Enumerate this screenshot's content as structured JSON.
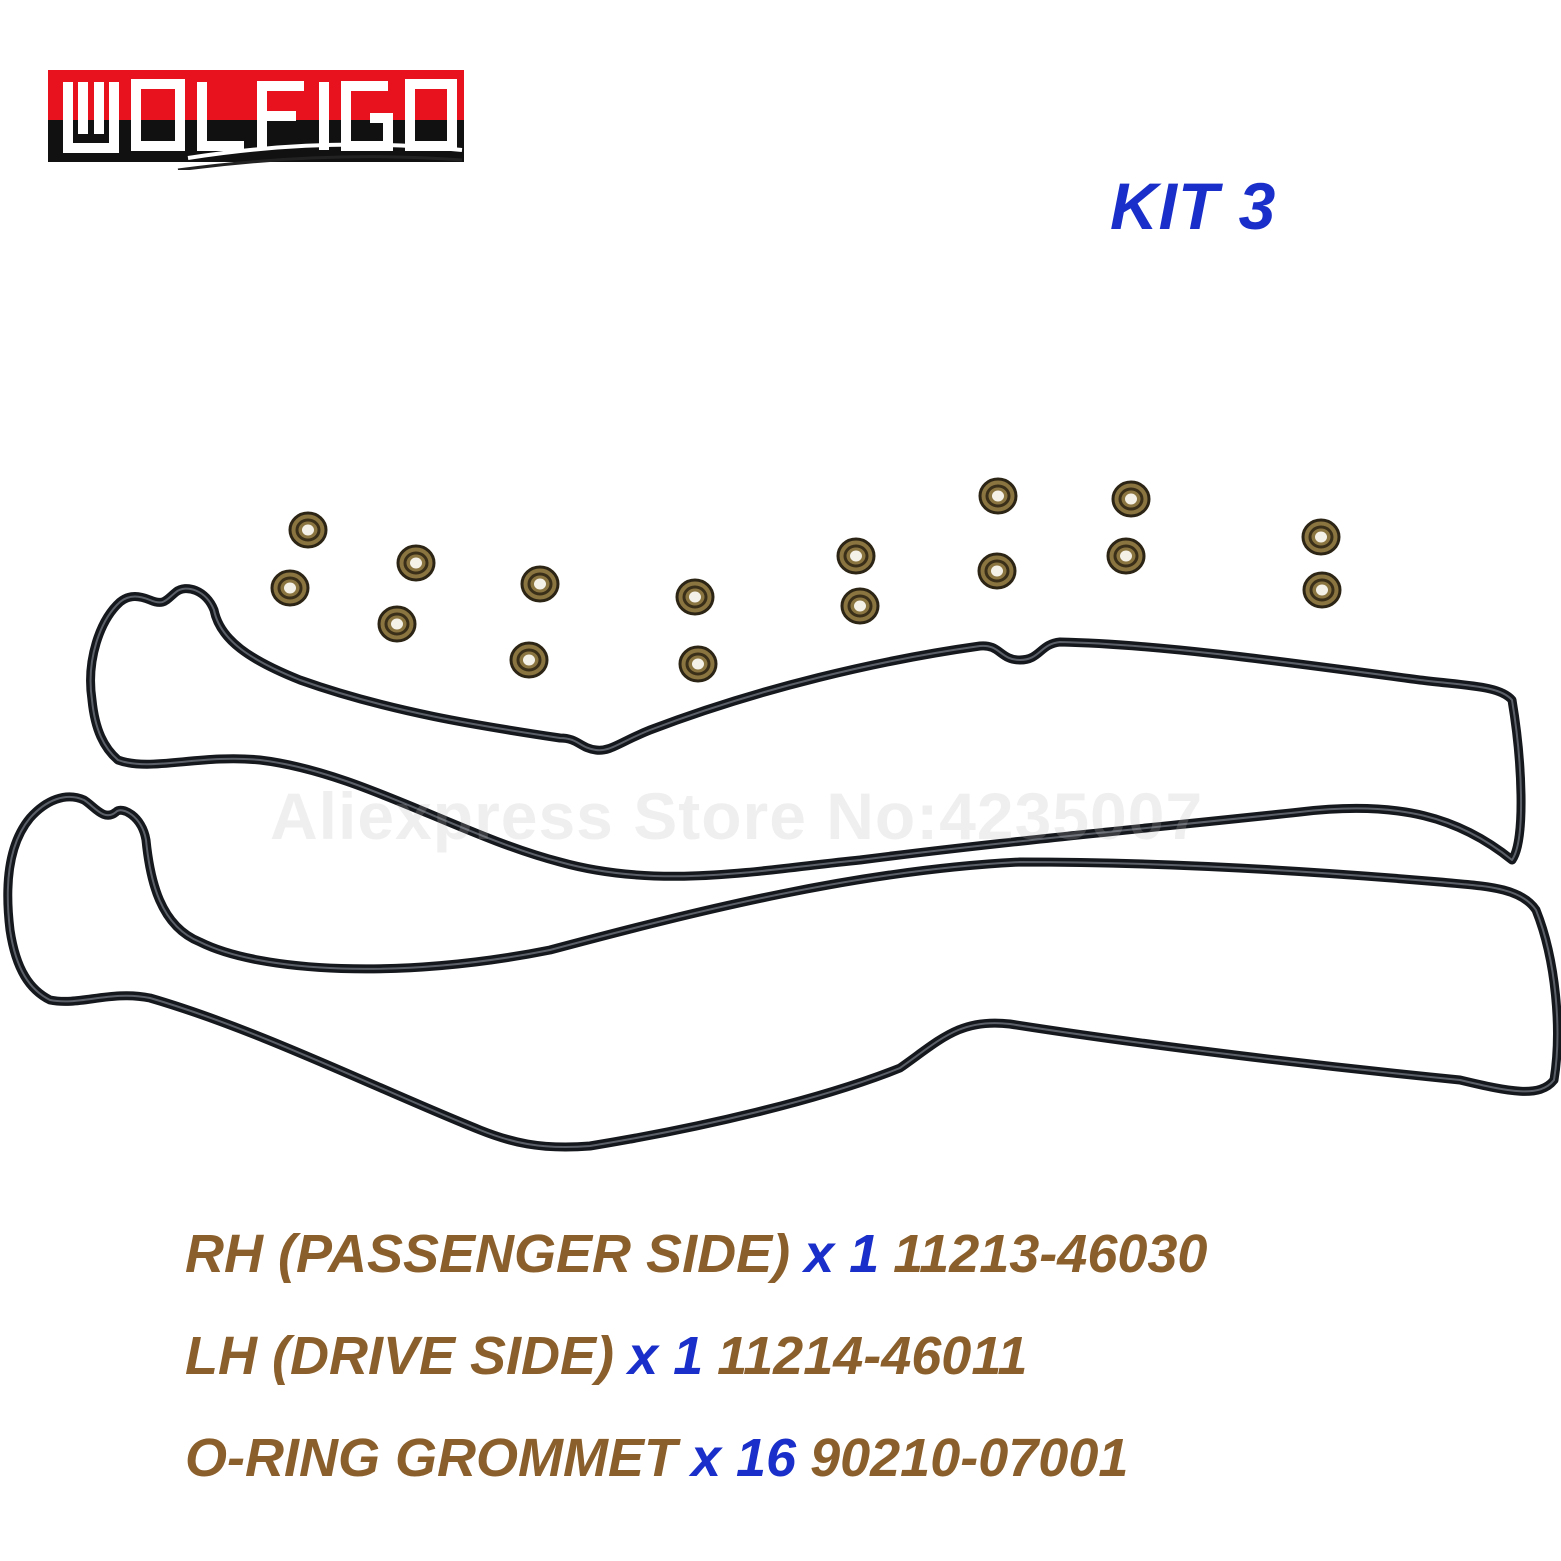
{
  "brand": {
    "logo_text": "WOLFIGO",
    "colors": {
      "red": "#e8121e",
      "black": "#111111",
      "white": "#ffffff"
    }
  },
  "kit_title": "KIT 3",
  "watermark": "Aliexpress Store No:4235007",
  "colors": {
    "label": "#8b5f2b",
    "qty": "#1a2fc9",
    "title": "#1a2fc9",
    "gasket": "#15181d",
    "grommet": "#6e5a2e"
  },
  "specs": [
    {
      "label": "RH (PASSENGER SIDE)",
      "qty": "x 1",
      "part": "11213-46030"
    },
    {
      "label": "LH (DRIVE SIDE)",
      "qty": "x 1",
      "part": "11214-46011"
    },
    {
      "label": "O-RING GROMMET",
      "qty": "x 16",
      "part": "90210-07001"
    }
  ]
}
